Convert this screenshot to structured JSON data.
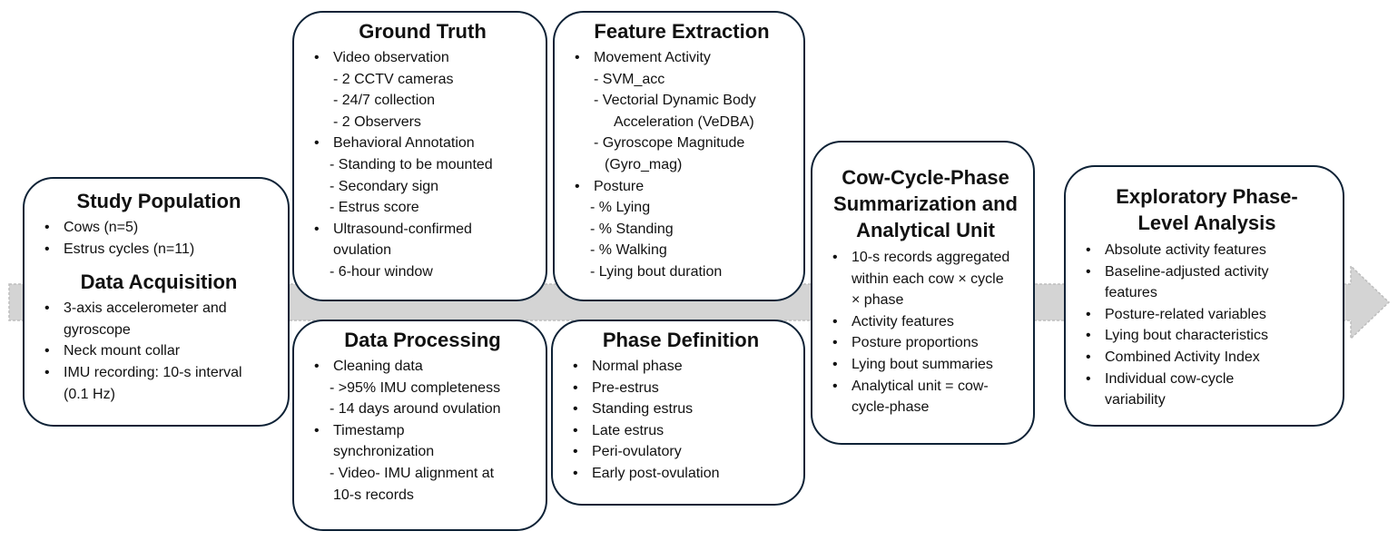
{
  "boxes": {
    "study_population": {
      "title": "Study Population",
      "items": [
        "Cows (n=5)",
        "Estrus cycles (n=11)"
      ]
    },
    "data_acquisition": {
      "title": "Data Acquisition",
      "items": [
        "3-axis accelerometer and",
        "gyroscope",
        "Neck mount collar",
        "IMU recording: 10-s interval",
        "(0.1 Hz)"
      ]
    },
    "ground_truth": {
      "title": "Ground Truth",
      "items": [
        "Video observation",
        "- 2 CCTV cameras",
        "- 24/7 collection",
        "- 2 Observers",
        "Behavioral Annotation",
        "- Standing to be mounted",
        "- Secondary sign",
        "- Estrus score",
        "Ultrasound-confirmed",
        "ovulation",
        "- 6-hour window"
      ]
    },
    "data_processing": {
      "title": "Data Processing",
      "items": [
        "Cleaning data",
        "- >95% IMU completeness",
        "- 14 days around ovulation",
        "Timestamp",
        "synchronization",
        "- Video- IMU alignment at",
        "10-s records"
      ]
    },
    "feature_extraction": {
      "title": "Feature Extraction",
      "items": [
        "Movement Activity",
        "- SVM_acc",
        "- Vectorial Dynamic Body",
        "Acceleration (VeDBA)",
        "- Gyroscope Magnitude",
        "(Gyro_mag)",
        "Posture",
        "- % Lying",
        "- % Standing",
        "- % Walking",
        "- Lying bout duration"
      ]
    },
    "phase_definition": {
      "title": "Phase Definition",
      "items": [
        "Normal phase",
        "Pre-estrus",
        "Standing estrus",
        "Late estrus",
        "Peri-ovulatory",
        "Early post-ovulation"
      ]
    },
    "summarization": {
      "title_lines": [
        "Cow-Cycle-Phase",
        "Summarization and",
        "Analytical Unit"
      ],
      "items": [
        "10-s records aggregated",
        "within each cow × cycle",
        "× phase",
        "Activity features",
        "Posture proportions",
        "Lying bout summaries",
        "Analytical unit = cow-",
        "cycle-phase"
      ]
    },
    "exploratory": {
      "title_lines": [
        "Exploratory Phase-",
        "Level Analysis"
      ],
      "items": [
        "Absolute activity features",
        "Baseline-adjusted activity",
        "features",
        "Posture-related variables",
        "Lying bout characteristics",
        "Combined Activity Index",
        "Individual cow-cycle",
        "variability"
      ]
    }
  }
}
